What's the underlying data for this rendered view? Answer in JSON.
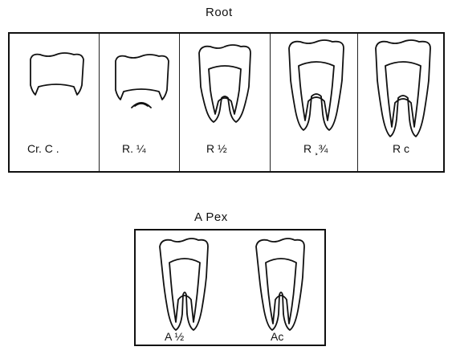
{
  "root_section": {
    "title": "Root",
    "stages": [
      {
        "label": "Cr. C ."
      },
      {
        "label": "R. ¼"
      },
      {
        "label": "R ½"
      },
      {
        "label": "R ¸¾"
      },
      {
        "label": "R c"
      }
    ]
  },
  "apex_section": {
    "title": "A Pex",
    "stages": [
      {
        "label": "A ½"
      },
      {
        "label": "Ac"
      }
    ]
  }
}
